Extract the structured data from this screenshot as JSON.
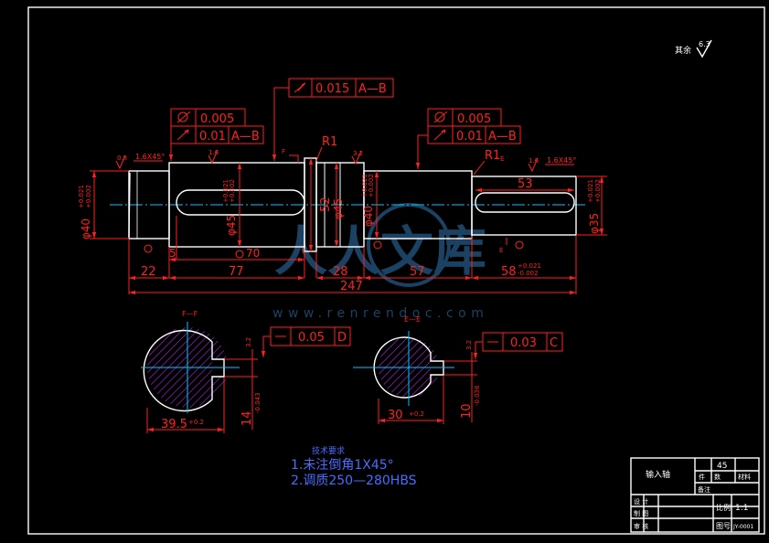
{
  "roughness": {
    "other": "其余",
    "value": "6.3"
  },
  "gdt": {
    "top": {
      "value": "0.015",
      "datum": "A—B"
    },
    "left_runout": {
      "value": "0.005"
    },
    "left_perp": {
      "value": "0.01",
      "datum": "A—B"
    },
    "right_runout": {
      "value": "0.005"
    },
    "right_perp": {
      "value": "0.01",
      "datum": "A—B"
    },
    "section_f": {
      "value": "0.05",
      "datum": "D"
    },
    "section_e": {
      "value": "0.03",
      "datum": "C"
    }
  },
  "labels": {
    "chamfer_left": "1.6X45°",
    "chamfer_right": "1.6X45°",
    "r1_top": "R1",
    "r1_right": "R1",
    "ra_08": "0.8",
    "ra_16a": "1.6",
    "ra_32": "3.2",
    "ra_16b": "1.6",
    "d40_left": "φ40",
    "d40_left_tol_up": "+0.021",
    "d40_left_tol_lo": "+0.002",
    "d45_a": "φ45",
    "d45_a_tol_up": "+0.021",
    "d45_a_tol_lo": "+0.002",
    "d52": "52",
    "d45_b": "φ45",
    "d40_b": "φ40",
    "d40_b_tol_up": "+0.021",
    "d40_b_tol_lo": "+0.002",
    "d35": "φ35",
    "d35_tol_up": "+0.021",
    "d35_tol_lo": "+0.002",
    "dim_5": "5",
    "dim_70": "70",
    "dim_53": "53",
    "dim_22": "22",
    "dim_77": "77",
    "dim_28": "28",
    "dim_57": "57",
    "dim_58": "58",
    "dim_58_tol_up": "+0.021",
    "dim_58_tol_lo": "-0.002",
    "dim_247": "247",
    "f_arrow": "F",
    "e_arrow": "E",
    "sec_f_title": "F—F",
    "sec_e_title": "E—E",
    "sec_f_width": "39.5",
    "sec_f_width_tol": "+0.2",
    "sec_f_key": "14",
    "sec_f_key_tol": "-0.043",
    "sec_e_width": "30",
    "sec_e_width_tol": "+0.2",
    "sec_e_key": "10",
    "sec_e_key_tol": "-0.036",
    "sec_f_ra": "3.2",
    "sec_e_ra": "3.2"
  },
  "notes": {
    "title": "技术要求",
    "line1": "1.未注倒角1X45°",
    "line2": "2.调质250—280HBS"
  },
  "title_block": {
    "part_name": "输入轴",
    "material": "45",
    "col1": "件",
    "col2": "数",
    "col3": "材料",
    "col4": "备注",
    "row_design": "设 计",
    "row_draw": "制 图",
    "row_check": "审 核",
    "scale_label": "比例",
    "scale_value": "1:1",
    "drawing_no_label": "图号",
    "drawing_no": "JY-0001"
  },
  "watermark": {
    "text": "人人文库",
    "url": "www.renrendoc.com"
  },
  "colors": {
    "outline": "#ffffff",
    "dimension": "#ff2020",
    "center": "#00c8ff",
    "hatch": "#c030ff",
    "note": "#4a6cff"
  }
}
